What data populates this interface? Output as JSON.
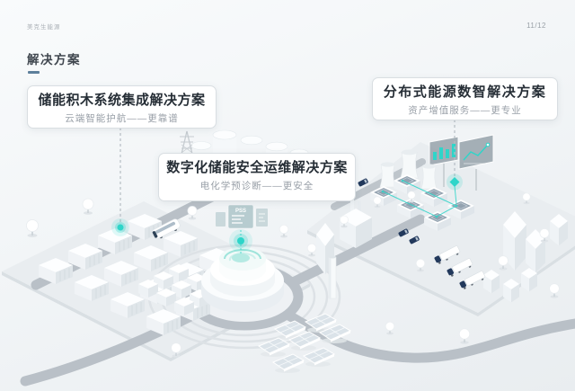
{
  "header": {
    "logo": "美克生能源",
    "page_number": "11/12"
  },
  "section": {
    "title": "解决方案"
  },
  "callouts": [
    {
      "title": "储能积木系统集成解决方案",
      "subtitle": "云端智能护航——更靠谱"
    },
    {
      "title": "数字化储能安全运维解决方案",
      "subtitle": "电化学预诊断——更安全"
    },
    {
      "title": "分布式能源数智解决方案",
      "subtitle": "资产增值服务——更专业"
    }
  ],
  "illustration": {
    "hologram_label": "PSS"
  },
  "colors": {
    "accent": "#2ed5c9",
    "navy": "#22395c",
    "road": "#b9c0c7",
    "dash_underline": "#5d7f9b"
  }
}
